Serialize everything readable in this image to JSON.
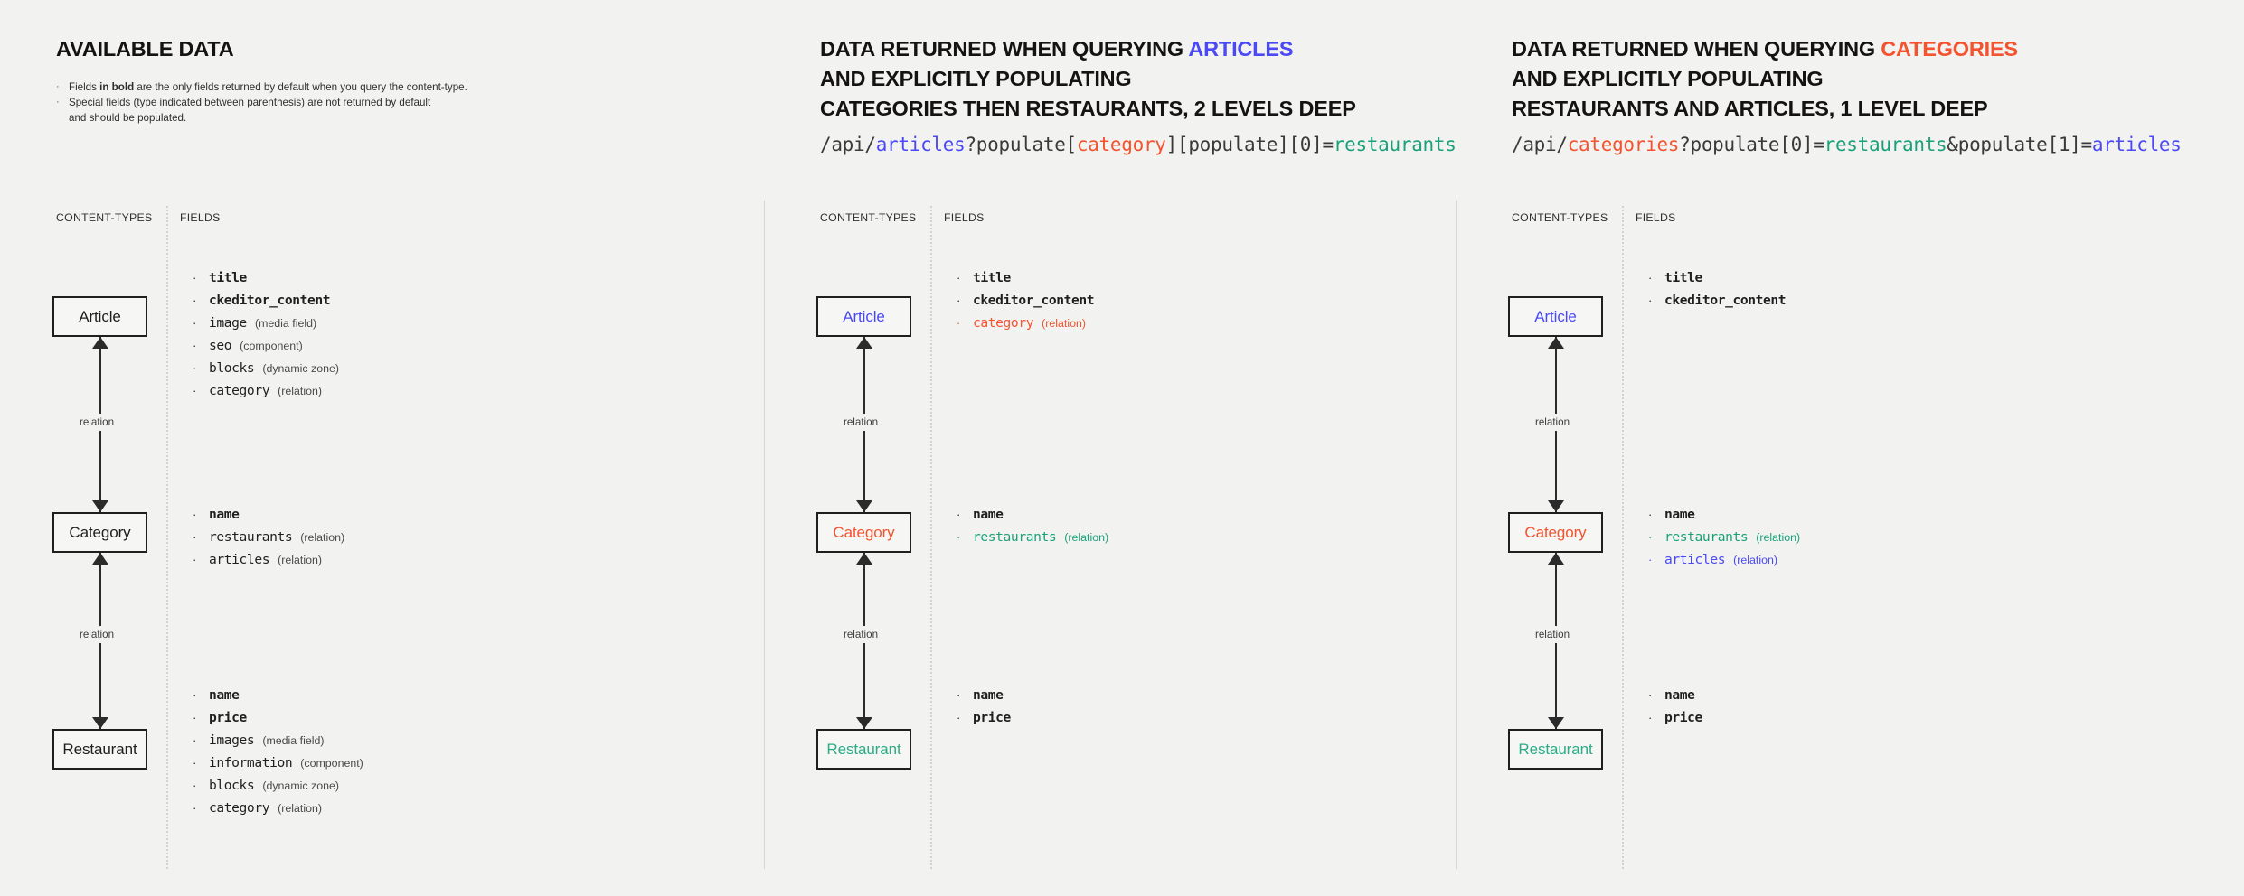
{
  "page": {
    "background": "#f2f2f1",
    "accent_blue": "#4a49f5",
    "accent_red": "#f4532f",
    "accent_green": "#1aa179"
  },
  "columns": {
    "content_types_label": "CONTENT-TYPES",
    "fields_label": "FIELDS",
    "relation_label": "relation"
  },
  "panels": [
    {
      "heading": {
        "prefix": "AVAILABLE DATA",
        "highlight": "",
        "line2": "",
        "line3": ""
      },
      "notes": [
        {
          "pre": "Fields ",
          "bold": "in bold",
          "post": " are the only fields returned by default when you query the content-type."
        },
        {
          "pre": "Special fields (type indicated between parenthesis) are not returned by default",
          "bold": "",
          "post": ""
        },
        {
          "pre": "and should be populated.",
          "bold": "",
          "post": "",
          "continuation": true
        }
      ],
      "url": null,
      "boxes": [
        {
          "label": "Article",
          "color": "default"
        },
        {
          "label": "Category",
          "color": "default"
        },
        {
          "label": "Restaurant",
          "color": "default"
        }
      ],
      "field_groups": [
        {
          "owner": "Article",
          "fields": [
            {
              "name": "title",
              "type": "",
              "bold": true,
              "color": "default"
            },
            {
              "name": "ckeditor_content",
              "type": "",
              "bold": true,
              "color": "default"
            },
            {
              "name": "image",
              "type": "(media field)",
              "bold": false,
              "color": "default"
            },
            {
              "name": "seo",
              "type": "(component)",
              "bold": false,
              "color": "default"
            },
            {
              "name": "blocks",
              "type": "(dynamic zone)",
              "bold": false,
              "color": "default"
            },
            {
              "name": "category",
              "type": "(relation)",
              "bold": false,
              "color": "default"
            }
          ]
        },
        {
          "owner": "Category",
          "fields": [
            {
              "name": "name",
              "type": "",
              "bold": true,
              "color": "default"
            },
            {
              "name": "restaurants",
              "type": "(relation)",
              "bold": false,
              "color": "default"
            },
            {
              "name": "articles",
              "type": "(relation)",
              "bold": false,
              "color": "default"
            }
          ]
        },
        {
          "owner": "Restaurant",
          "fields": [
            {
              "name": "name",
              "type": "",
              "bold": true,
              "color": "default"
            },
            {
              "name": "price",
              "type": "",
              "bold": true,
              "color": "default"
            },
            {
              "name": "images",
              "type": "(media field)",
              "bold": false,
              "color": "default"
            },
            {
              "name": "information",
              "type": "(component)",
              "bold": false,
              "color": "default"
            },
            {
              "name": "blocks",
              "type": "(dynamic zone)",
              "bold": false,
              "color": "default"
            },
            {
              "name": "category",
              "type": "(relation)",
              "bold": false,
              "color": "default"
            }
          ]
        }
      ]
    },
    {
      "heading": {
        "prefix": "DATA RETURNED WHEN QUERYING ",
        "highlight": "ARTICLES",
        "highlight_color": "blue",
        "line2": "AND EXPLICITLY POPULATING",
        "line3": "CATEGORIES THEN RESTAURANTS, 2 LEVELS DEEP"
      },
      "notes": [],
      "url": {
        "parts": [
          {
            "text": "/api/",
            "color": "default"
          },
          {
            "text": "articles",
            "color": "blue"
          },
          {
            "text": "?populate[",
            "color": "default"
          },
          {
            "text": "category",
            "color": "red"
          },
          {
            "text": "][populate][0]=",
            "color": "default"
          },
          {
            "text": "restaurants",
            "color": "green"
          }
        ],
        "plain": "/api/articles?populate[category][populate][0]=restaurants"
      },
      "boxes": [
        {
          "label": "Article",
          "color": "blue"
        },
        {
          "label": "Category",
          "color": "red"
        },
        {
          "label": "Restaurant",
          "color": "green"
        }
      ],
      "field_groups": [
        {
          "owner": "Article",
          "fields": [
            {
              "name": "title",
              "type": "",
              "bold": true,
              "color": "default"
            },
            {
              "name": "ckeditor_content",
              "type": "",
              "bold": true,
              "color": "default"
            },
            {
              "name": "category",
              "type": "(relation)",
              "bold": false,
              "color": "red"
            }
          ]
        },
        {
          "owner": "Category",
          "fields": [
            {
              "name": "name",
              "type": "",
              "bold": true,
              "color": "default"
            },
            {
              "name": "restaurants",
              "type": "(relation)",
              "bold": false,
              "color": "green"
            }
          ]
        },
        {
          "owner": "Restaurant",
          "fields": [
            {
              "name": "name",
              "type": "",
              "bold": true,
              "color": "default"
            },
            {
              "name": "price",
              "type": "",
              "bold": true,
              "color": "default"
            }
          ]
        }
      ]
    },
    {
      "heading": {
        "prefix": "DATA RETURNED WHEN QUERYING ",
        "highlight": "CATEGORIES",
        "highlight_color": "red",
        "line2": "AND EXPLICITLY POPULATING",
        "line3": "RESTAURANTS AND ARTICLES, 1 LEVEL DEEP"
      },
      "notes": [],
      "url": {
        "parts": [
          {
            "text": "/api/",
            "color": "default"
          },
          {
            "text": "categories",
            "color": "red"
          },
          {
            "text": "?populate[0]=",
            "color": "default"
          },
          {
            "text": "restaurants",
            "color": "green"
          },
          {
            "text": "&populate[1]=",
            "color": "default"
          },
          {
            "text": "articles",
            "color": "blue"
          }
        ],
        "plain": "/api/categories?populate[0]=restaurants&populate[1]=articles"
      },
      "boxes": [
        {
          "label": "Article",
          "color": "blue"
        },
        {
          "label": "Category",
          "color": "red"
        },
        {
          "label": "Restaurant",
          "color": "green"
        }
      ],
      "field_groups": [
        {
          "owner": "Article",
          "fields": [
            {
              "name": "title",
              "type": "",
              "bold": true,
              "color": "default"
            },
            {
              "name": "ckeditor_content",
              "type": "",
              "bold": true,
              "color": "default"
            }
          ]
        },
        {
          "owner": "Category",
          "fields": [
            {
              "name": "name",
              "type": "",
              "bold": true,
              "color": "default"
            },
            {
              "name": "restaurants",
              "type": "(relation)",
              "bold": false,
              "color": "green"
            },
            {
              "name": "articles",
              "type": "(relation)",
              "bold": false,
              "color": "blue"
            }
          ]
        },
        {
          "owner": "Restaurant",
          "fields": [
            {
              "name": "name",
              "type": "",
              "bold": true,
              "color": "default"
            },
            {
              "name": "price",
              "type": "",
              "bold": true,
              "color": "default"
            }
          ]
        }
      ]
    }
  ]
}
